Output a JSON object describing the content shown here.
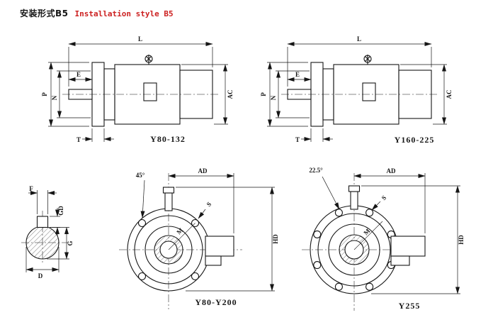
{
  "colors": {
    "accent": "#cc2020",
    "line": "#161616",
    "background": "#ffffff"
  },
  "title": {
    "zh": "安装形式B5",
    "en": "Installation style B5"
  },
  "captions": {
    "side_left": "Y80-132",
    "side_right": "Y160-225",
    "flange_small": "Y80-Y200",
    "flange_large": "Y255"
  },
  "dims": {
    "L": "L",
    "E": "E",
    "P": "P",
    "N": "N",
    "AC": "AC",
    "T": "T",
    "F": "F",
    "GD": "GD",
    "G": "G",
    "D": "D",
    "AD": "AD",
    "S": "S",
    "M": "M",
    "HD": "HD"
  },
  "angles": {
    "flange_small": "45°",
    "flange_large": "22.5°"
  }
}
